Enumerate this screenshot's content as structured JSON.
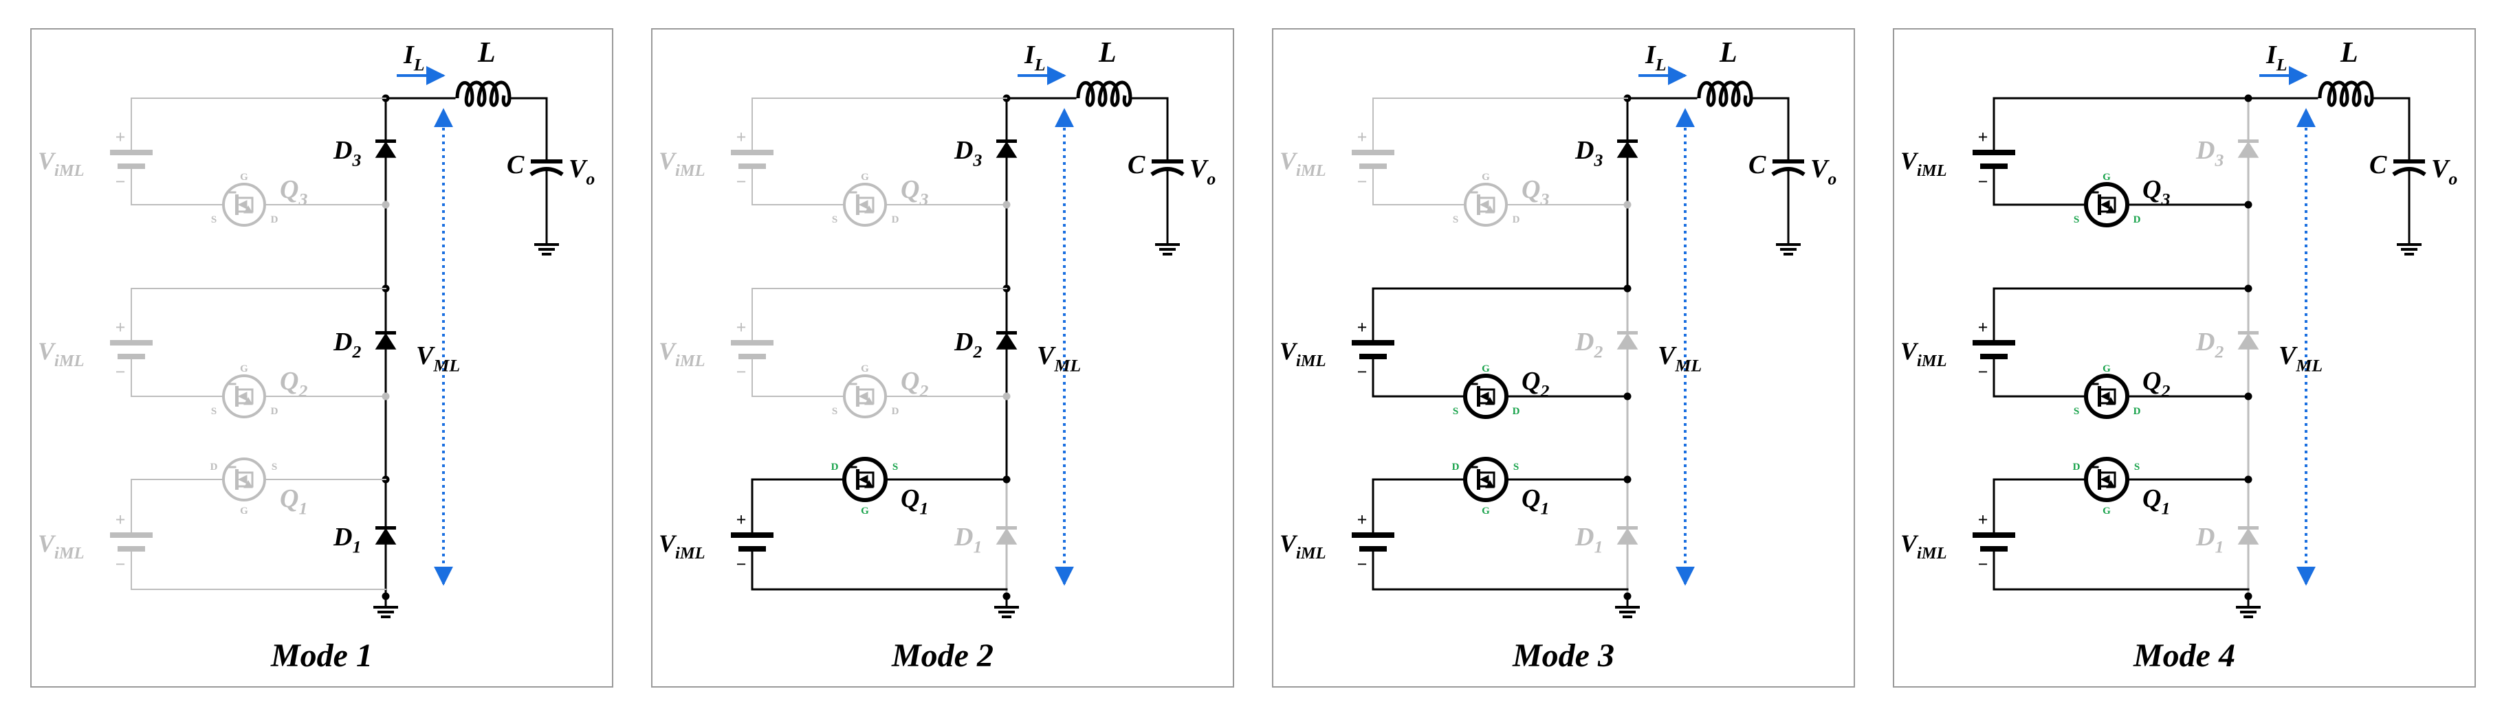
{
  "colors": {
    "active": "#000000",
    "inactive": "#bdbdbd",
    "arrow": "#1a6fe0",
    "pin_label": "#17a24a",
    "frame": "#9a9a9a"
  },
  "labels": {
    "il_base": "I",
    "il_sub": "L",
    "inductor": "L",
    "cap": "C",
    "vo_base": "V",
    "vo_sub": "o",
    "vml_base": "V",
    "vml_sub": "ML",
    "vin_base": "V",
    "vin_sub": "iML",
    "pin_g": "G",
    "pin_s": "S",
    "pin_d": "D",
    "plus": "+",
    "minus": "−",
    "diode_base": "D",
    "q_base": "Q"
  },
  "panels": [
    {
      "title": "Mode 1",
      "stages": [
        {
          "index": 3,
          "source_active": false,
          "switch_active": false,
          "diode_active": true
        },
        {
          "index": 2,
          "source_active": false,
          "switch_active": false,
          "diode_active": true
        },
        {
          "index": 1,
          "source_active": false,
          "switch_active": false,
          "diode_active": true
        }
      ]
    },
    {
      "title": "Mode 2",
      "stages": [
        {
          "index": 3,
          "source_active": false,
          "switch_active": false,
          "diode_active": true
        },
        {
          "index": 2,
          "source_active": false,
          "switch_active": false,
          "diode_active": true
        },
        {
          "index": 1,
          "source_active": true,
          "switch_active": true,
          "diode_active": false
        }
      ]
    },
    {
      "title": "Mode 3",
      "stages": [
        {
          "index": 3,
          "source_active": false,
          "switch_active": false,
          "diode_active": true
        },
        {
          "index": 2,
          "source_active": true,
          "switch_active": true,
          "diode_active": false
        },
        {
          "index": 1,
          "source_active": true,
          "switch_active": true,
          "diode_active": false
        }
      ]
    },
    {
      "title": "Mode 4",
      "stages": [
        {
          "index": 3,
          "source_active": true,
          "switch_active": true,
          "diode_active": false
        },
        {
          "index": 2,
          "source_active": true,
          "switch_active": true,
          "diode_active": false
        },
        {
          "index": 1,
          "source_active": true,
          "switch_active": true,
          "diode_active": false
        }
      ]
    }
  ]
}
